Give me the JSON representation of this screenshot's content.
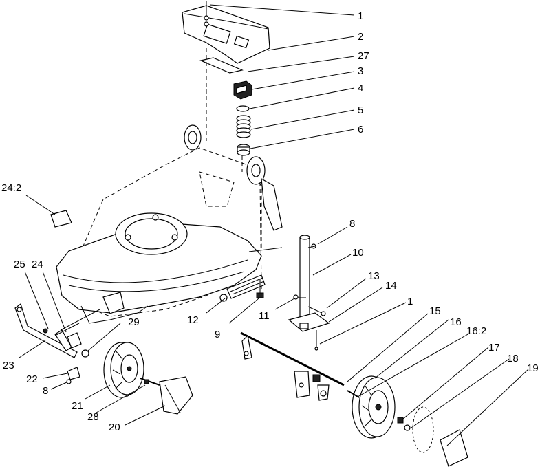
{
  "callouts": {
    "c1a": "1",
    "c2": "2",
    "c27": "27",
    "c3": "3",
    "c4": "4",
    "c5": "5",
    "c6": "6",
    "c24_2": "24:2",
    "c8a": "8",
    "c10": "10",
    "c13": "13",
    "c14": "14",
    "c1b": "1",
    "c25": "25",
    "c24": "24",
    "c29": "29",
    "c12": "12",
    "c11": "11",
    "c9": "9",
    "c15": "15",
    "c16": "16",
    "c16_2": "16:2",
    "c17": "17",
    "c18": "18",
    "c19": "19",
    "c23": "23",
    "c22": "22",
    "c8b": "8",
    "c21": "21",
    "c28": "28",
    "c20": "20"
  }
}
